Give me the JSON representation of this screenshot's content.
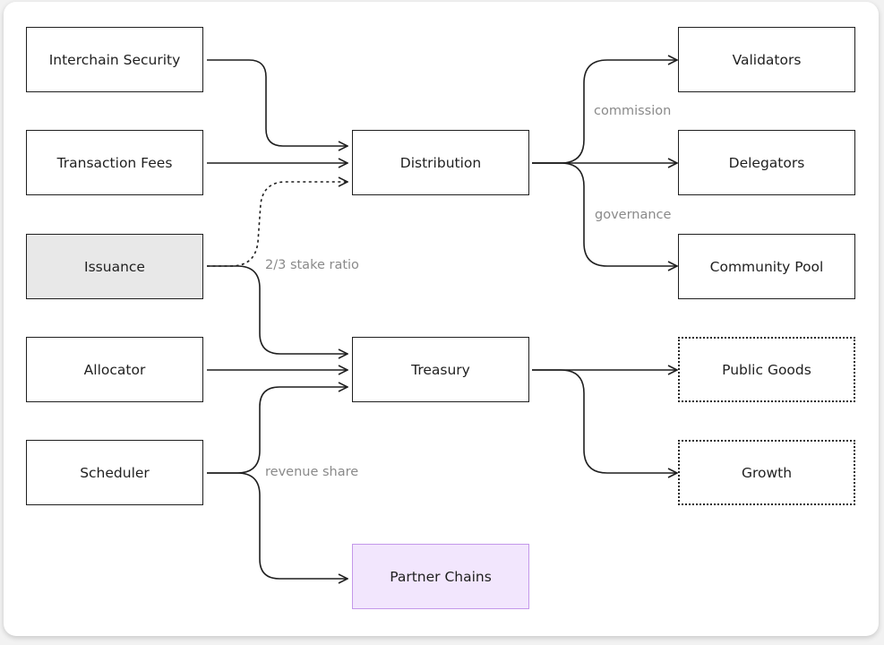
{
  "nodes": {
    "interchain_security": "Interchain Security",
    "transaction_fees": "Transaction Fees",
    "issuance": "Issuance",
    "allocator": "Allocator",
    "scheduler": "Scheduler",
    "distribution": "Distribution",
    "treasury": "Treasury",
    "partner_chains": "Partner Chains",
    "validators": "Validators",
    "delegators": "Delegators",
    "community_pool": "Community Pool",
    "public_goods": "Public Goods",
    "growth": "Growth"
  },
  "edge_labels": {
    "commission": "commission",
    "governance": "governance",
    "stake_ratio": "2/3 stake ratio",
    "revenue_share": "revenue share"
  },
  "colors": {
    "line": "#1f1f1f",
    "label": "#8a8a8a",
    "issuance_fill": "#e8e8e8",
    "partner_fill": "#f2e6fd",
    "partner_border": "#c498ea"
  }
}
